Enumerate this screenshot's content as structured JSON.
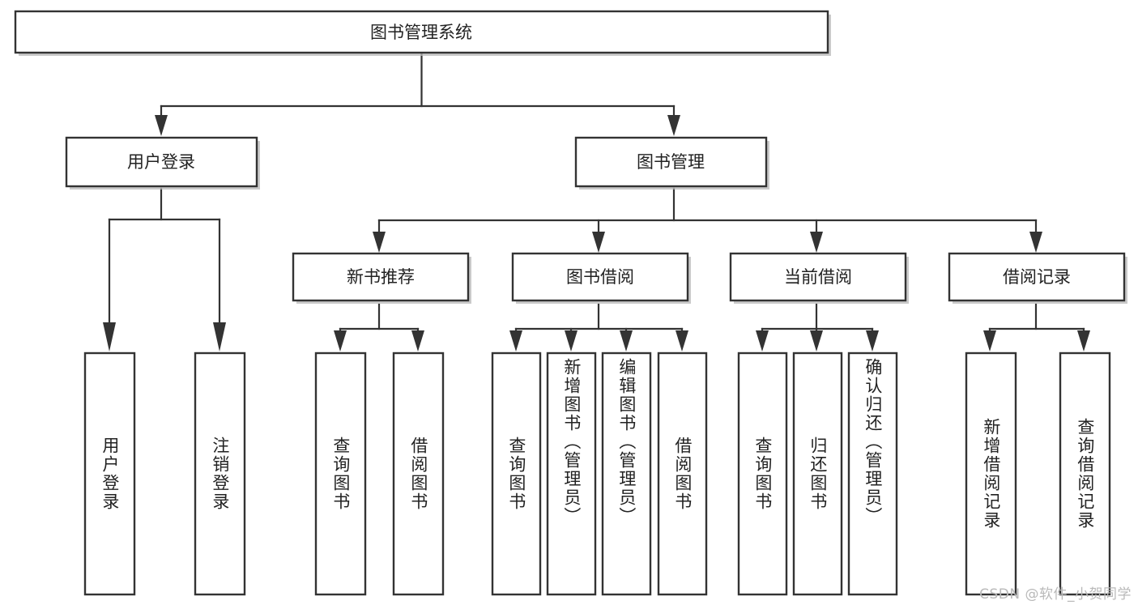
{
  "diagram": {
    "title": "图书管理系统",
    "type": "hierarchy-tree",
    "watermark": "CSDN @软件_小贺同学",
    "colors": {
      "box_stroke": "#333333",
      "box_fill": "#ffffff",
      "connector": "#333333",
      "text": "#222222",
      "watermark": "#b9b9b9",
      "background": "#ffffff"
    },
    "levels": {
      "root": {
        "label": "图书管理系统"
      },
      "level2": [
        {
          "label": "用户登录"
        },
        {
          "label": "图书管理"
        }
      ],
      "level3": [
        {
          "label": "新书推荐"
        },
        {
          "label": "图书借阅"
        },
        {
          "label": "当前借阅"
        },
        {
          "label": "借阅记录"
        }
      ],
      "leaves": {
        "user_login": [
          {
            "label": "用户登录"
          },
          {
            "label": "注销登录"
          }
        ],
        "new_book_recommend": [
          {
            "label": "查询图书"
          },
          {
            "label": "借阅图书"
          }
        ],
        "book_borrow": [
          {
            "label": "查询图书"
          },
          {
            "label": "新增图书（管理员）"
          },
          {
            "label": "编辑图书（管理员）"
          },
          {
            "label": "借阅图书"
          }
        ],
        "current_borrow": [
          {
            "label": "查询图书"
          },
          {
            "label": "归还图书"
          },
          {
            "label": "确认归还（管理员）"
          }
        ],
        "borrow_records": [
          {
            "label": "新增借阅记录"
          },
          {
            "label": "查询借阅记录"
          }
        ]
      }
    }
  },
  "chart_data": {
    "type": "table",
    "title": "图书管理系统",
    "nodes": [
      {
        "id": "root",
        "label": "图书管理系统",
        "level": 1,
        "parent": null
      },
      {
        "id": "user-login",
        "label": "用户登录",
        "level": 2,
        "parent": "root"
      },
      {
        "id": "book-manage",
        "label": "图书管理",
        "level": 2,
        "parent": "root"
      },
      {
        "id": "new-book",
        "label": "新书推荐",
        "level": 3,
        "parent": "book-manage"
      },
      {
        "id": "book-borrow",
        "label": "图书借阅",
        "level": 3,
        "parent": "book-manage"
      },
      {
        "id": "current-borrow",
        "label": "当前借阅",
        "level": 3,
        "parent": "book-manage"
      },
      {
        "id": "borrow-record",
        "label": "借阅记录",
        "level": 3,
        "parent": "book-manage"
      },
      {
        "id": "ul-1",
        "label": "用户登录",
        "level": 3,
        "parent": "user-login"
      },
      {
        "id": "ul-2",
        "label": "注销登录",
        "level": 3,
        "parent": "user-login"
      },
      {
        "id": "nb-1",
        "label": "查询图书",
        "level": 4,
        "parent": "new-book"
      },
      {
        "id": "nb-2",
        "label": "借阅图书",
        "level": 4,
        "parent": "new-book"
      },
      {
        "id": "bb-1",
        "label": "查询图书",
        "level": 4,
        "parent": "book-borrow"
      },
      {
        "id": "bb-2",
        "label": "新增图书（管理员）",
        "level": 4,
        "parent": "book-borrow"
      },
      {
        "id": "bb-3",
        "label": "编辑图书（管理员）",
        "level": 4,
        "parent": "book-borrow"
      },
      {
        "id": "bb-4",
        "label": "借阅图书",
        "level": 4,
        "parent": "book-borrow"
      },
      {
        "id": "cb-1",
        "label": "查询图书",
        "level": 4,
        "parent": "current-borrow"
      },
      {
        "id": "cb-2",
        "label": "归还图书",
        "level": 4,
        "parent": "current-borrow"
      },
      {
        "id": "cb-3",
        "label": "确认归还（管理员）",
        "level": 4,
        "parent": "current-borrow"
      },
      {
        "id": "br-1",
        "label": "新增借阅记录",
        "level": 4,
        "parent": "borrow-record"
      },
      {
        "id": "br-2",
        "label": "查询借阅记录",
        "level": 4,
        "parent": "borrow-record"
      }
    ]
  }
}
